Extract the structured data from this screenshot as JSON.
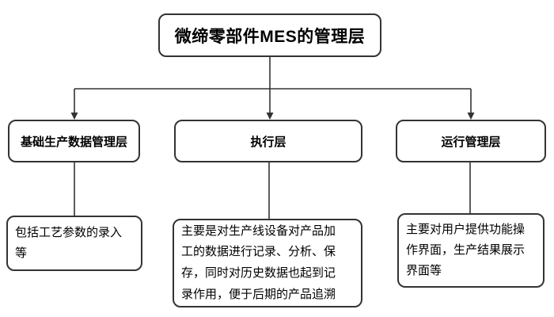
{
  "colors": {
    "border": "#333333",
    "line": "#333333",
    "text": "#000000",
    "bg": "#ffffff"
  },
  "diagram": {
    "root": {
      "label": "微缔零部件MES的管理层"
    },
    "branches": [
      {
        "label": "基础生产数据管理层",
        "desc": "包括工艺参数的录入\n等"
      },
      {
        "label": "执行层",
        "desc": "主要是对生产线设备对产品加\n工的数据进行记录、分析、保\n存，同时对历史数据也起到记\n录作用，便于后期的产品追溯"
      },
      {
        "label": "运行管理层",
        "desc": "主要对用户提供功能操\n作界面，生产结果展示\n界面等"
      }
    ]
  }
}
